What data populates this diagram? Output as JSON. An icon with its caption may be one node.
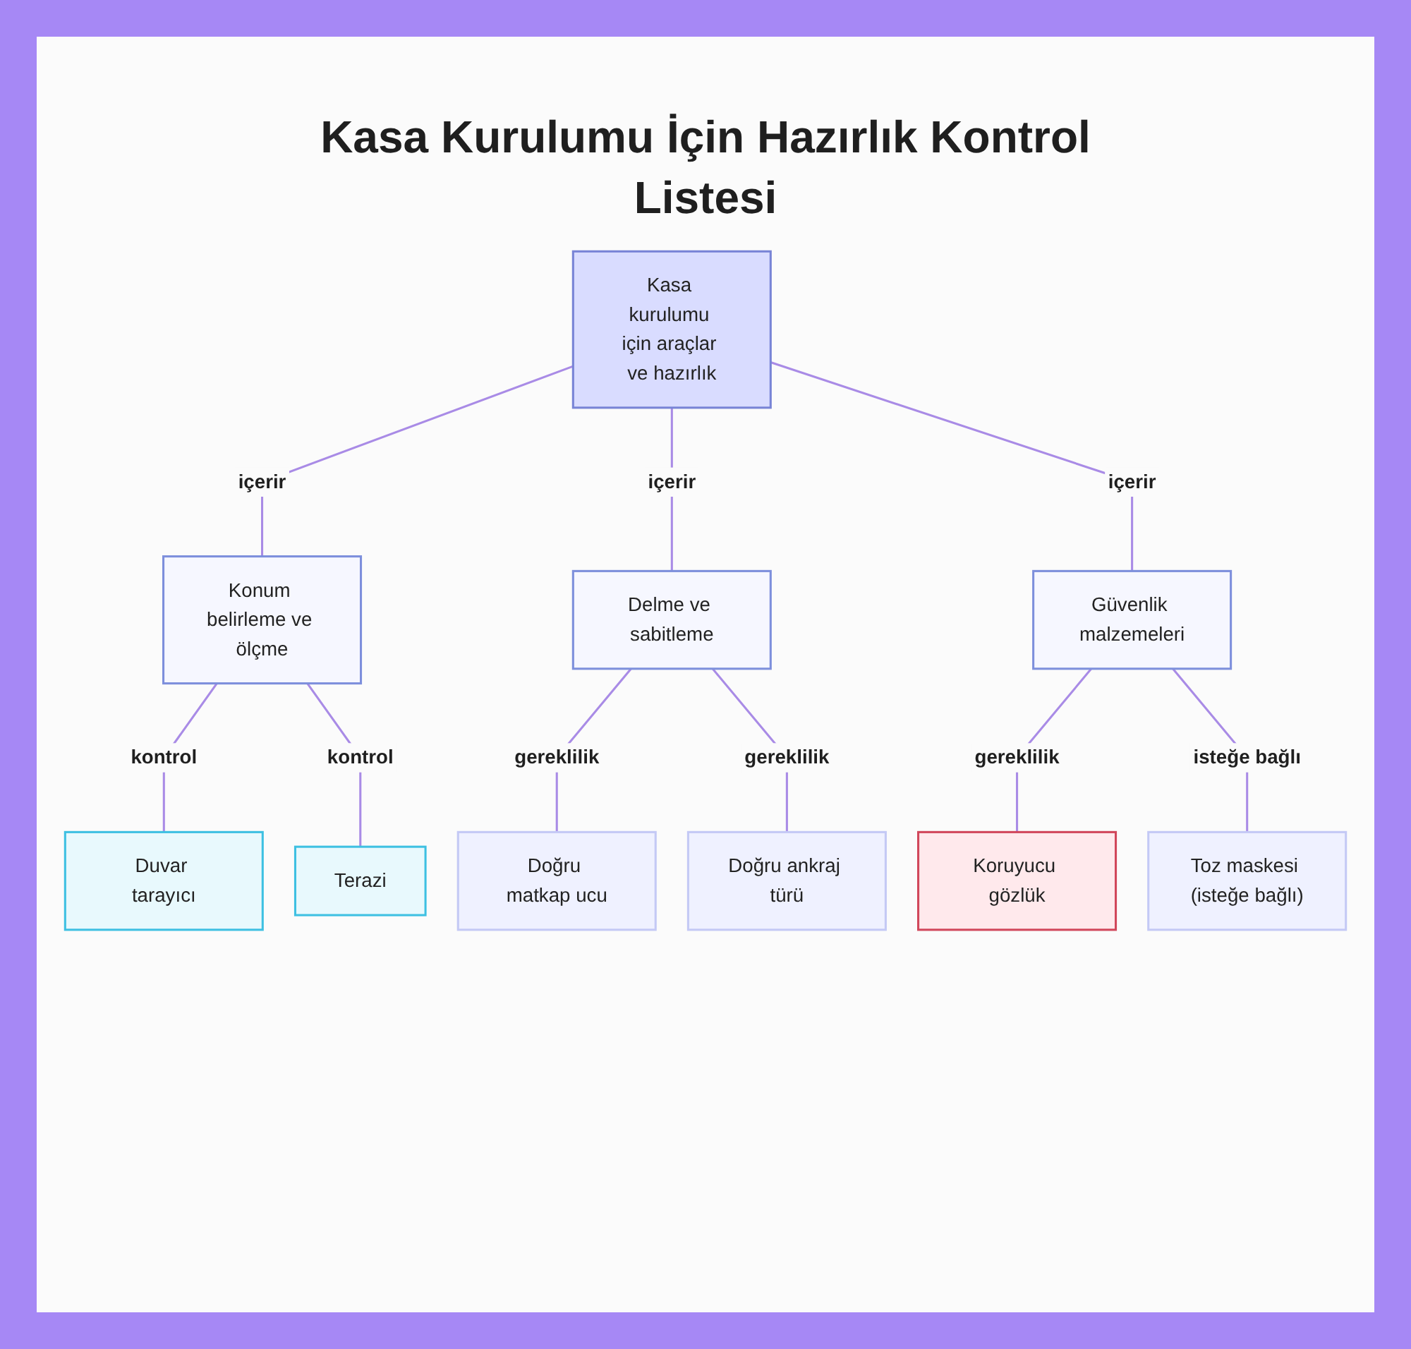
{
  "diagram": {
    "title": "Kasa Kurulumu İçin Hazırlık Kontrol Listesi",
    "nodes": [
      {
        "text": [
          "Kasa kurulumu için araçlar ve hazırlık"
        ]
      },
      {
        "text": [
          "Konum belirleme ve ölçme"
        ]
      },
      {
        "text": [
          "Delme ve sabitleme"
        ]
      },
      {
        "text": [
          "Güvenlik malzemeleri"
        ]
      },
      {
        "text": [
          "Duvar tarayıcı"
        ]
      },
      {
        "text": [
          "Terazi"
        ]
      },
      {
        "text": [
          "Doğru matkap ucu"
        ]
      },
      {
        "text": [
          "Doğru ankraj türü"
        ]
      },
      {
        "text": [
          "Koruyucu gözlük"
        ]
      },
      {
        "text": [
          "Toz maskesi (isteğe bağlı)"
        ]
      }
    ],
    "edges": [
      {
        "from": 0,
        "to": 1,
        "arrow": "none",
        "label": "içerir"
      },
      {
        "from": 0,
        "to": 2,
        "arrow": "none",
        "label": "içerir"
      },
      {
        "from": 0,
        "to": 3,
        "arrow": "none",
        "label": "içerir"
      },
      {
        "from": 1,
        "to": 4,
        "arrow": "none",
        "label": "kontrol"
      },
      {
        "from": 1,
        "to": 5,
        "arrow": "none",
        "label": "kontrol"
      },
      {
        "from": 2,
        "to": 6,
        "arrow": "none",
        "label": "gereklilik"
      },
      {
        "from": 2,
        "to": 7,
        "arrow": "none",
        "label": "gereklilik"
      },
      {
        "from": 3,
        "to": 8,
        "arrow": "none",
        "label": "gereklilik"
      },
      {
        "from": 3,
        "to": 9,
        "arrow": "none",
        "label": "isteğe bağlı"
      }
    ]
  }
}
